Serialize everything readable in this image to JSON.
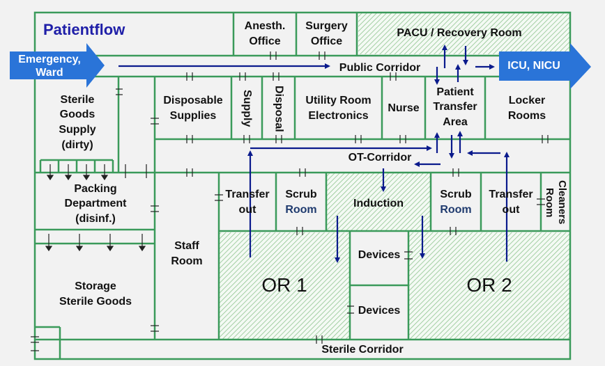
{
  "title": "Patientflow",
  "entry": "Emergency, Ward",
  "exit": "ICU, NICU",
  "colors": {
    "wall": "#3a9a5a",
    "floor": "#f2f2f2",
    "hatch": "#9fcc9f",
    "flow_arrow": "#0a1a8c",
    "big_arrow": "#2a74d8"
  },
  "rooms": {
    "anesth_office": [
      "Anesth.",
      "Office"
    ],
    "surgery_office": [
      "Surgery",
      "Office"
    ],
    "pacu": "PACU / Recovery Room",
    "public_corridor": "Public Corridor",
    "sterile_goods_supply": [
      "Sterile",
      "Goods",
      "Supply",
      "(dirty)"
    ],
    "disposable_supplies": [
      "Disposable",
      "Supplies"
    ],
    "supply": "Supply",
    "disposal": "Disposal",
    "utility_room": [
      "Utility Room",
      "Electronics"
    ],
    "nurse": "Nurse",
    "patient_transfer_area": [
      "Patient",
      "Transfer",
      "Area"
    ],
    "locker_rooms": [
      "Locker",
      "Rooms"
    ],
    "ot_corridor": "OT-Corridor",
    "packing_department": [
      "Packing",
      "Department",
      "(disinf.)"
    ],
    "staff_room": [
      "Staff",
      "Room"
    ],
    "transfer_out_left": [
      "Transfer",
      "out"
    ],
    "scrub_left": [
      "Scrub",
      "Room"
    ],
    "induction": "Induction",
    "scrub_right": [
      "Scrub",
      "Room"
    ],
    "transfer_out_right": [
      "Transfer",
      "out"
    ],
    "cleaners_room": "Cleaners Room",
    "devices_top": "Devices",
    "devices_bottom": "Devices",
    "or1": "OR 1",
    "or2": "OR 2",
    "storage": [
      "Storage",
      "Sterile Goods"
    ],
    "sterile_corridor": "Sterile Corridor"
  }
}
